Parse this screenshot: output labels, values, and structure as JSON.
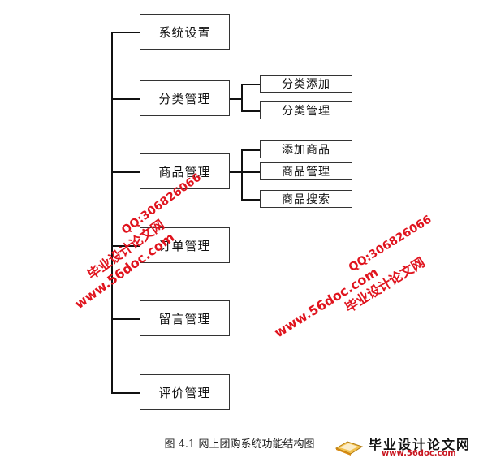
{
  "diagram": {
    "main_nodes": [
      {
        "label": "系统设置"
      },
      {
        "label": "分类管理"
      },
      {
        "label": "商品管理"
      },
      {
        "label": "订单管理"
      },
      {
        "label": "留言管理"
      },
      {
        "label": "评价管理"
      }
    ],
    "category_children": [
      {
        "label": "分类添加"
      },
      {
        "label": "分类管理"
      }
    ],
    "product_children": [
      {
        "label": "添加商品"
      },
      {
        "label": "商品管理"
      },
      {
        "label": "商品搜索"
      }
    ],
    "caption": "图 4.1  网上团购系统功能结构图"
  },
  "watermarks": [
    {
      "title": "毕业设计论文网",
      "url": "www.56doc.com",
      "qq": "QQ:306826066"
    },
    {
      "title": "毕业设计论文网",
      "url": "www.56doc.com",
      "qq": "QQ:306826066"
    }
  ],
  "logo": {
    "title": "毕业设计论文网",
    "url": "www.56doc.com"
  },
  "colors": {
    "watermark": "#e0141e",
    "lines": "#111111"
  }
}
